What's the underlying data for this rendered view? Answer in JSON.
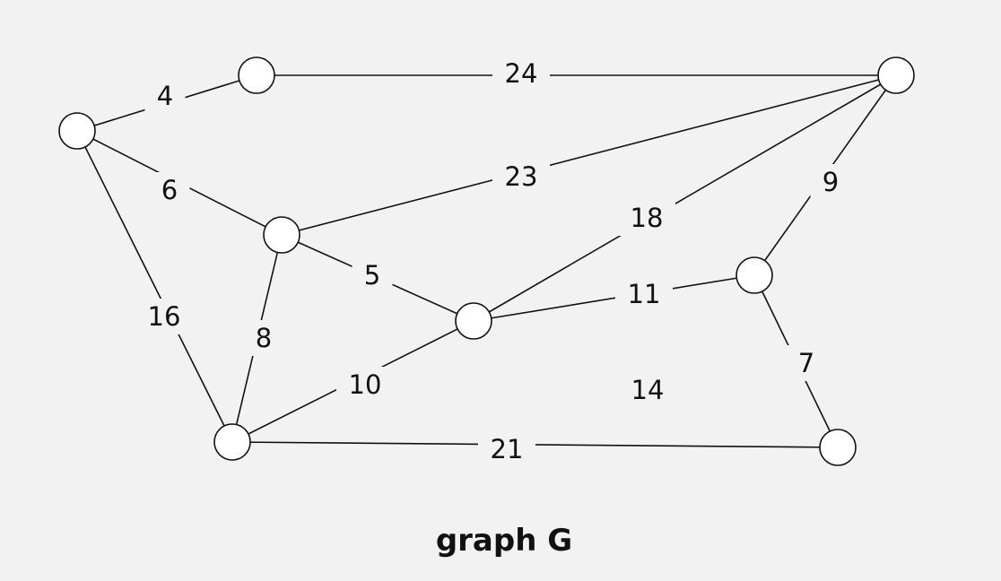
{
  "caption": "graph G",
  "colors": {
    "background": "#f2f2f2",
    "stroke": "#111111",
    "node_fill": "#ffffff"
  },
  "nodes": [
    {
      "id": "n1"
    },
    {
      "id": "n2"
    },
    {
      "id": "n3"
    },
    {
      "id": "n4"
    },
    {
      "id": "n5"
    },
    {
      "id": "n6"
    },
    {
      "id": "n7"
    },
    {
      "id": "n8"
    }
  ],
  "edges": [
    {
      "source": "n1",
      "target": "n2",
      "weight": "4"
    },
    {
      "source": "n2",
      "target": "n3",
      "weight": "24"
    },
    {
      "source": "n1",
      "target": "n4",
      "weight": "6"
    },
    {
      "source": "n4",
      "target": "n3",
      "weight": "23"
    },
    {
      "source": "n5",
      "target": "n3",
      "weight": "18"
    },
    {
      "source": "n3",
      "target": "n6",
      "weight": "9"
    },
    {
      "source": "n4",
      "target": "n5",
      "weight": "5"
    },
    {
      "source": "n5",
      "target": "n6",
      "weight": "11"
    },
    {
      "source": "n1",
      "target": "n7",
      "weight": "16"
    },
    {
      "source": "n4",
      "target": "n7",
      "weight": "8"
    },
    {
      "source": "n7",
      "target": "n5",
      "weight": "10"
    },
    {
      "source": "n6",
      "target": "n8",
      "weight": "7"
    },
    {
      "source": "n7",
      "target": "n8",
      "weight": "21"
    }
  ],
  "free_labels": [
    "14"
  ]
}
